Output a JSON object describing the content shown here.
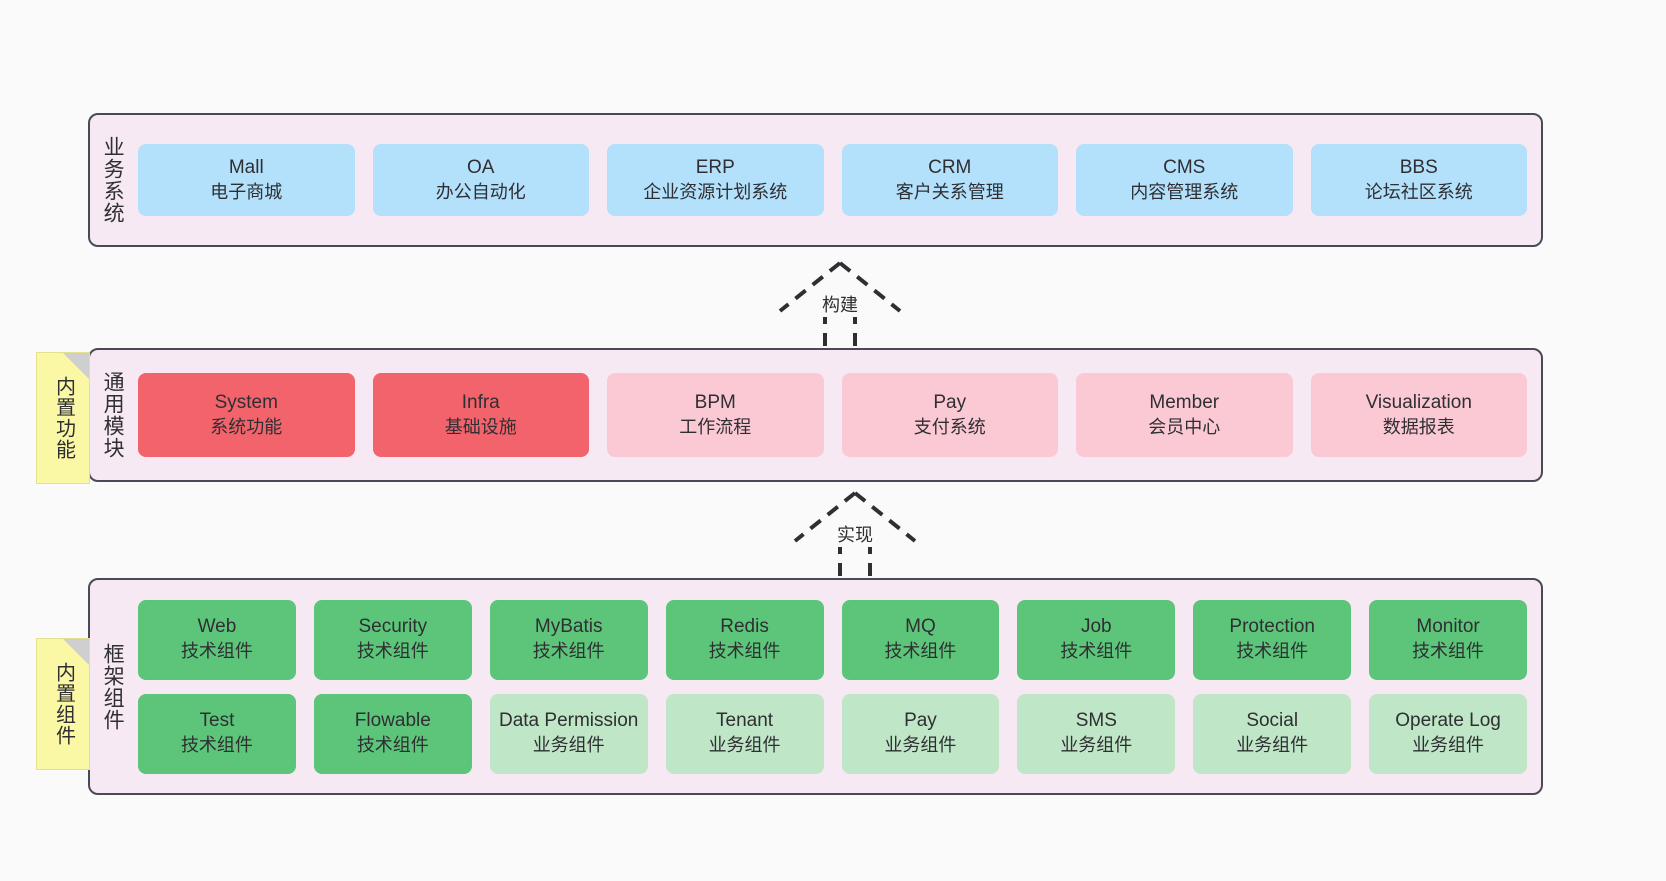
{
  "diagram": {
    "background_color": "#fafafa",
    "panel_color": "#f7e9f3",
    "panel_border_color": "#4a4a55",
    "note_color": "#fbf8a5"
  },
  "notes": [
    {
      "id": "builtin-function",
      "label": "内置功能"
    },
    {
      "id": "builtin-component",
      "label": "内置组件"
    }
  ],
  "arrows": [
    {
      "id": "build",
      "label": "构建",
      "style": "dashed-generalization"
    },
    {
      "id": "implement",
      "label": "实现",
      "style": "dashed-generalization"
    }
  ],
  "layers": [
    {
      "id": "business",
      "title": "业务系统",
      "rows": [
        {
          "cards": [
            {
              "name": "Mall",
              "sub": "电子商城",
              "color": "#b3e0fb",
              "tone": "blue"
            },
            {
              "name": "OA",
              "sub": "办公自动化",
              "color": "#b3e0fb",
              "tone": "blue"
            },
            {
              "name": "ERP",
              "sub": "企业资源计划系统",
              "color": "#b3e0fb",
              "tone": "blue"
            },
            {
              "name": "CRM",
              "sub": "客户关系管理",
              "color": "#b3e0fb",
              "tone": "blue"
            },
            {
              "name": "CMS",
              "sub": "内容管理系统",
              "color": "#b3e0fb",
              "tone": "blue"
            },
            {
              "name": "BBS",
              "sub": "论坛社区系统",
              "color": "#b3e0fb",
              "tone": "blue"
            }
          ]
        }
      ]
    },
    {
      "id": "common",
      "title": "通用模块",
      "rows": [
        {
          "cards": [
            {
              "name": "System",
              "sub": "系统功能",
              "color": "#f2636b",
              "tone": "red"
            },
            {
              "name": "Infra",
              "sub": "基础设施",
              "color": "#f2636b",
              "tone": "red"
            },
            {
              "name": "BPM",
              "sub": "工作流程",
              "color": "#fbc9d4",
              "tone": "pink"
            },
            {
              "name": "Pay",
              "sub": "支付系统",
              "color": "#fbc9d4",
              "tone": "pink"
            },
            {
              "name": "Member",
              "sub": "会员中心",
              "color": "#fbc9d4",
              "tone": "pink"
            },
            {
              "name": "Visualization",
              "sub": "数据报表",
              "color": "#fbc9d4",
              "tone": "pink"
            }
          ]
        }
      ]
    },
    {
      "id": "framework",
      "title": "框架组件",
      "rows": [
        {
          "cards": [
            {
              "name": "Web",
              "sub": "技术组件",
              "color": "#5cc579",
              "tone": "green"
            },
            {
              "name": "Security",
              "sub": "技术组件",
              "color": "#5cc579",
              "tone": "green"
            },
            {
              "name": "MyBatis",
              "sub": "技术组件",
              "color": "#5cc579",
              "tone": "green"
            },
            {
              "name": "Redis",
              "sub": "技术组件",
              "color": "#5cc579",
              "tone": "green"
            },
            {
              "name": "MQ",
              "sub": "技术组件",
              "color": "#5cc579",
              "tone": "green"
            },
            {
              "name": "Job",
              "sub": "技术组件",
              "color": "#5cc579",
              "tone": "green"
            },
            {
              "name": "Protection",
              "sub": "技术组件",
              "color": "#5cc579",
              "tone": "green"
            },
            {
              "name": "Monitor",
              "sub": "技术组件",
              "color": "#5cc579",
              "tone": "green"
            }
          ]
        },
        {
          "cards": [
            {
              "name": "Test",
              "sub": "技术组件",
              "color": "#5cc579",
              "tone": "green"
            },
            {
              "name": "Flowable",
              "sub": "技术组件",
              "color": "#5cc579",
              "tone": "green"
            },
            {
              "name": "Data Permission",
              "sub": "业务组件",
              "color": "#bfe6c6",
              "tone": "lightgreen"
            },
            {
              "name": "Tenant",
              "sub": "业务组件",
              "color": "#bfe6c6",
              "tone": "lightgreen"
            },
            {
              "name": "Pay",
              "sub": "业务组件",
              "color": "#bfe6c6",
              "tone": "lightgreen"
            },
            {
              "name": "SMS",
              "sub": "业务组件",
              "color": "#bfe6c6",
              "tone": "lightgreen"
            },
            {
              "name": "Social",
              "sub": "业务组件",
              "color": "#bfe6c6",
              "tone": "lightgreen"
            },
            {
              "name": "Operate Log",
              "sub": "业务组件",
              "color": "#bfe6c6",
              "tone": "lightgreen"
            }
          ]
        }
      ]
    }
  ]
}
